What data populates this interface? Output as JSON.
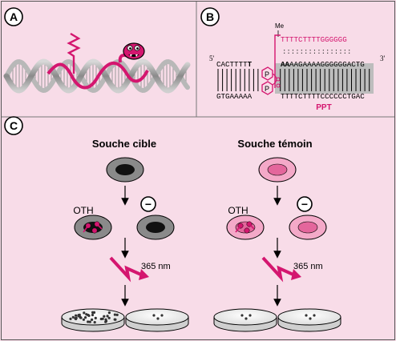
{
  "panels": {
    "a": {
      "label": "A"
    },
    "b": {
      "label": "B"
    },
    "c": {
      "label": "C"
    }
  },
  "sequence": {
    "me_label": "Me",
    "oligo": "TTTTCTTTTGGGGGG",
    "dots": "::::::::::::::::",
    "top_prefix": "CACTTTT",
    "top_t": "T",
    "top_bold": "AA",
    "top_rest": "AAGAAAAGGGGGGACTG",
    "bottom_left": "GTGAAAAA",
    "bottom_right": "TTTTCTTTTCCCCCCTGAC",
    "end5": "5'",
    "end3": "3'",
    "psoralen": "P",
    "ppt_label": "PPT"
  },
  "experiment": {
    "target_title": "Souche cible",
    "control_title": "Souche témoin",
    "oth_label": "OTH",
    "minus_symbol": "−",
    "uv_label": "365 nm"
  },
  "colors": {
    "background": "#f8dce8",
    "magenta": "#d4166f",
    "cell_grey": "#888888",
    "cell_pink": "#f4a9c8",
    "nucleus_black": "#111111",
    "nucleus_pink": "#e4669c"
  }
}
